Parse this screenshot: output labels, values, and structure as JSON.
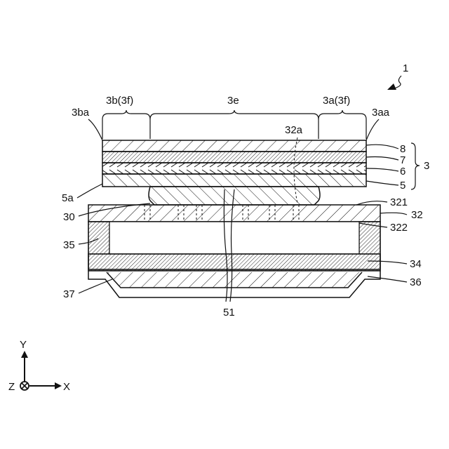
{
  "figure": {
    "assembly_ref": "1",
    "dimension_labels": {
      "region_b": "3b(3f)",
      "region_e": "3e",
      "region_a": "3a(3f)"
    },
    "labels": {
      "end_ba": "3ba",
      "end_aa": "3aa",
      "via_32a": "32a",
      "layer_8": "8",
      "layer_7": "7",
      "layer_6": "6",
      "layer_5": "5",
      "stack_3": "3",
      "edge_5a": "5a",
      "part_30": "30",
      "part_321": "321",
      "part_32": "32",
      "part_322": "322",
      "part_35": "35",
      "part_34": "34",
      "part_36": "36",
      "part_37": "37",
      "line_51": "51"
    },
    "axes": {
      "y": "Y",
      "x": "X",
      "z": "Z"
    }
  }
}
